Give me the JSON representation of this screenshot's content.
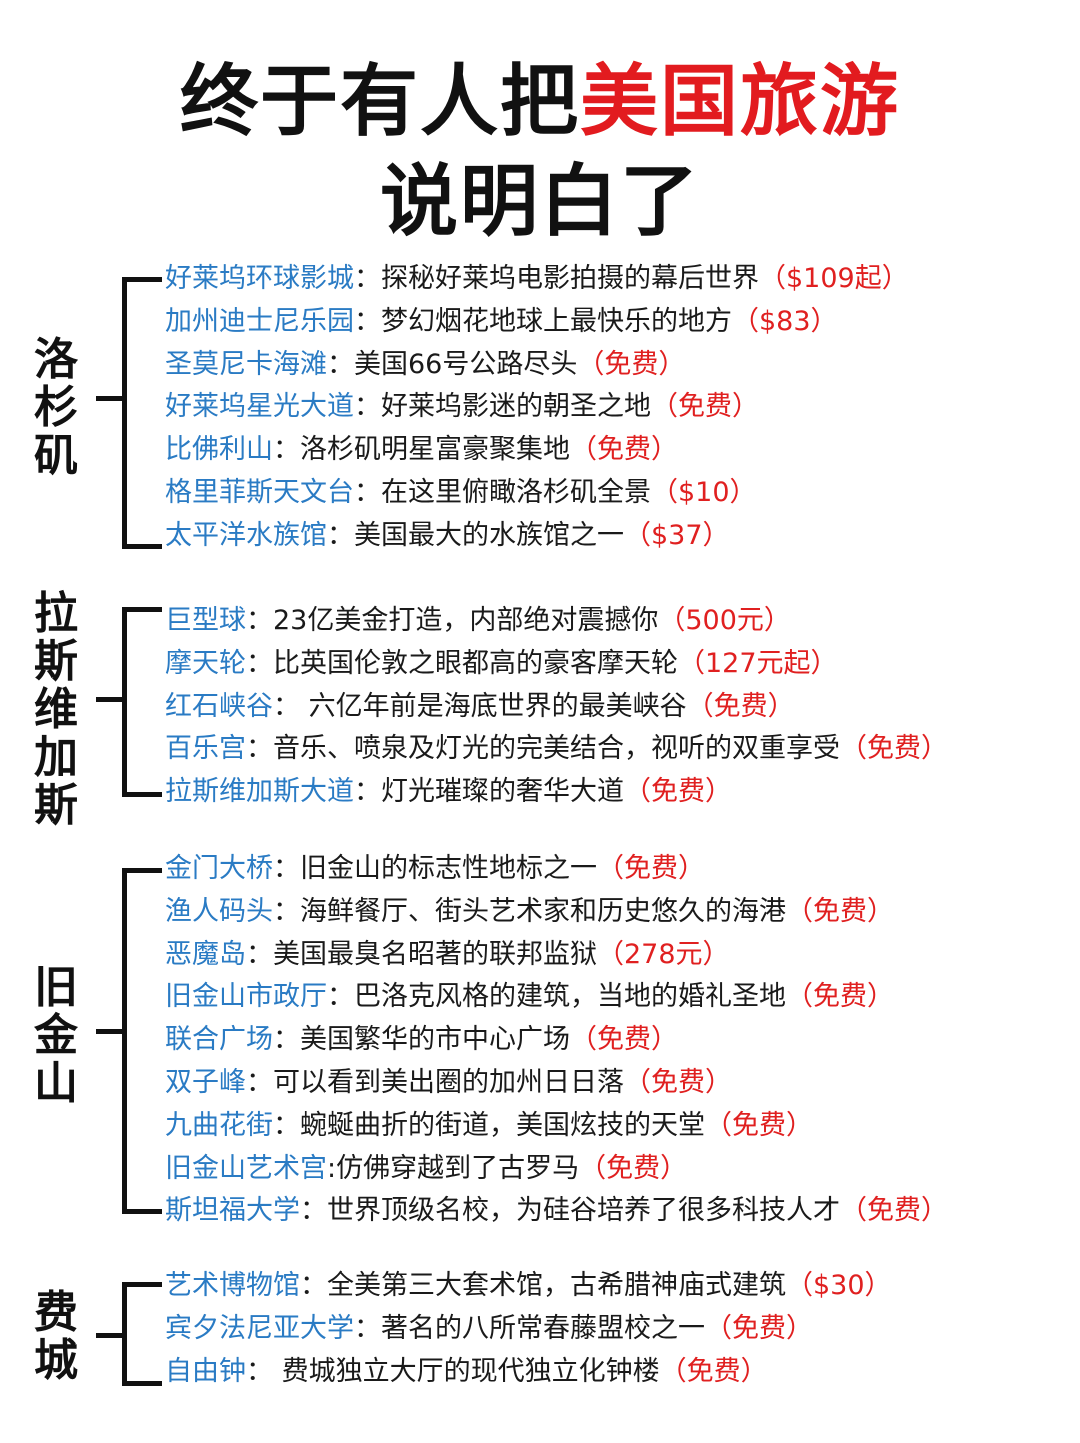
{
  "title": {
    "line1_prefix": "终于有人把",
    "line1_highlight": "美国旅游",
    "line2": "说明白了"
  },
  "colors": {
    "highlight_red": "#e21b1f",
    "attraction_blue": "#2a7bc4",
    "price_red": "#e02020",
    "text_black": "#1a1a1a"
  },
  "sections": [
    {
      "city": "洛杉矶",
      "items": [
        {
          "name": "好莱坞环球影城",
          "sep": "：",
          "desc": "探秘好莱坞电影拍摄的幕后世界",
          "price": "（$109起）"
        },
        {
          "name": "加州迪士尼乐园",
          "sep": "：",
          "desc": "梦幻烟花地球上最快乐的地方",
          "price": "（$83）"
        },
        {
          "name": "圣莫尼卡海滩",
          "sep": "：",
          "desc": "美国66号公路尽头",
          "price": "（免费）"
        },
        {
          "name": "好莱坞星光大道",
          "sep": "：",
          "desc": "好莱坞影迷的朝圣之地",
          "price": "（免费）"
        },
        {
          "name": "比佛利山",
          "sep": "：",
          "desc": "洛杉矶明星富豪聚集地",
          "price": "（免费）"
        },
        {
          "name": "格里菲斯天文台",
          "sep": "：",
          "desc": "在这里俯瞰洛杉矶全景",
          "price": "（$10）"
        },
        {
          "name": "太平洋水族馆",
          "sep": "：",
          "desc": "美国最大的水族馆之一",
          "price": "（$37）"
        }
      ]
    },
    {
      "city": "拉斯维加斯",
      "items": [
        {
          "name": "巨型球",
          "sep": "：",
          "desc": "23亿美金打造，内部绝对震撼你",
          "price": "（500元）"
        },
        {
          "name": "摩天轮",
          "sep": "：",
          "desc": "比英国伦敦之眼都高的豪客摩天轮",
          "price": "（127元起）"
        },
        {
          "name": "红石峡谷",
          "sep": "：",
          "desc": " 六亿年前是海底世界的最美峡谷",
          "price": "（免费）"
        },
        {
          "name": "百乐宫",
          "sep": "：",
          "desc": "音乐、喷泉及灯光的完美结合，视听的双重享受",
          "price": "（免费）"
        },
        {
          "name": "拉斯维加斯大道",
          "sep": "：",
          "desc": "灯光璀璨的奢华大道",
          "price": "（免费）"
        }
      ]
    },
    {
      "city": "旧金山",
      "items": [
        {
          "name": "金门大桥",
          "sep": "：",
          "desc": "旧金山的标志性地标之一",
          "price": "（免费）"
        },
        {
          "name": "渔人码头",
          "sep": "：",
          "desc": "海鲜餐厅、街头艺术家和历史悠久的海港",
          "price": "（免费）"
        },
        {
          "name": "恶魔岛",
          "sep": "：",
          "desc": "美国最臭名昭著的联邦监狱",
          "price": "（278元）"
        },
        {
          "name": "旧金山市政厅",
          "sep": "：",
          "desc": "巴洛克风格的建筑，当地的婚礼圣地",
          "price": "（免费）"
        },
        {
          "name": "联合广场",
          "sep": "：",
          "desc": "美国繁华的市中心广场",
          "price": "（免费）"
        },
        {
          "name": "双子峰",
          "sep": "：",
          "desc": "可以看到美出圈的加州日日落",
          "price": "（免费）"
        },
        {
          "name": "九曲花街",
          "sep": "：",
          "desc": "蜿蜒曲折的街道，美国炫技的天堂",
          "price": "（免费）"
        },
        {
          "name": "旧金山艺术宫",
          "sep": ":",
          "desc": "仿佛穿越到了古罗马",
          "price": "（免费）"
        },
        {
          "name": "斯坦福大学",
          "sep": "：",
          "desc": "世界顶级名校，为硅谷培养了很多科技人才",
          "price": "（免费）"
        }
      ]
    },
    {
      "city": "费城",
      "items": [
        {
          "name": "艺术博物馆",
          "sep": "：",
          "desc": "全美第三大套术馆，古希腊神庙式建筑",
          "price": "（$30）"
        },
        {
          "name": "宾夕法尼亚大学",
          "sep": "：",
          "desc": "著名的八所常春藤盟校之一",
          "price": "（免费）"
        },
        {
          "name": "自由钟",
          "sep": "：",
          "desc": " 费城独立大厅的现代独立化钟楼",
          "price": "（免费）"
        }
      ]
    }
  ]
}
